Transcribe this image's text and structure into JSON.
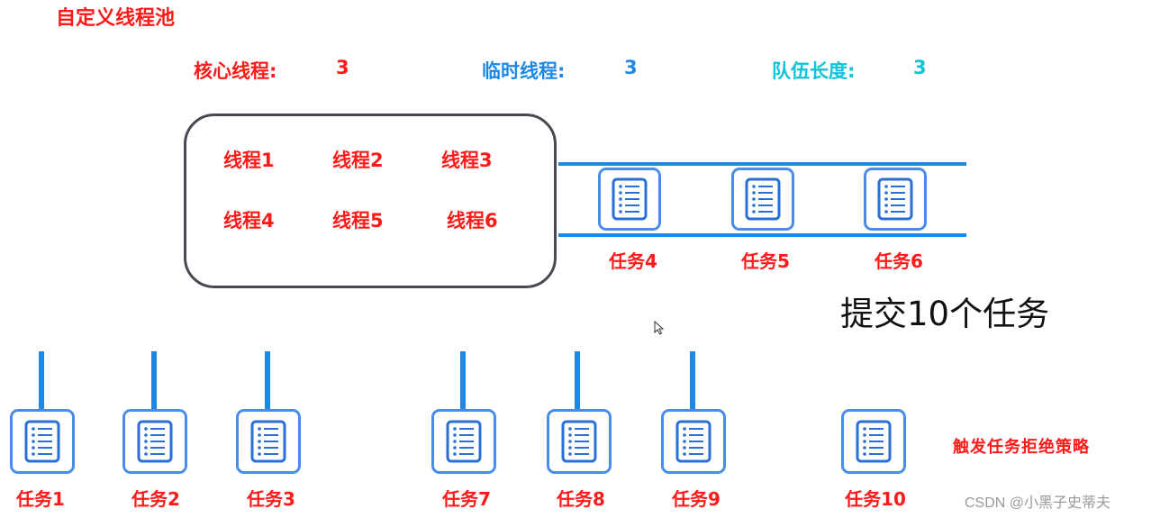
{
  "title": "自定义线程池",
  "params": {
    "core": {
      "label": "核心线程:",
      "value": "3",
      "color": "#ff1a1a"
    },
    "temp": {
      "label": "临时线程:",
      "value": "3",
      "color": "#1e88e5"
    },
    "queue": {
      "label": "队伍长度:",
      "value": "3",
      "color": "#12c2d6"
    }
  },
  "threads": [
    "线程1",
    "线程2",
    "线程3",
    "线程4",
    "线程5",
    "线程6"
  ],
  "queued_tasks": [
    "任务4",
    "任务5",
    "任务6"
  ],
  "submit_text": "提交10个任务",
  "bottom_tasks": [
    "任务1",
    "任务2",
    "任务3",
    "任务7",
    "任务8",
    "任务9",
    "任务10"
  ],
  "reject_text": "触发任务拒绝策略",
  "watermark": "CSDN @小黑子史蒂夫",
  "icons": {
    "task": "task-document-icon",
    "cursor": "mouse-cursor-icon"
  }
}
